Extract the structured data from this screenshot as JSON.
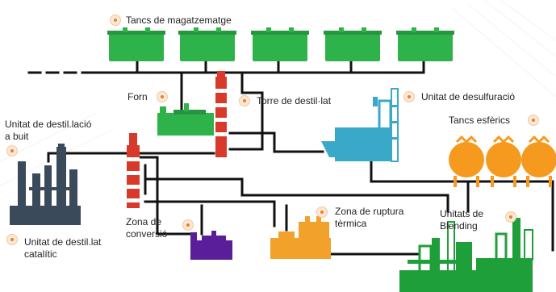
{
  "labels": {
    "storage_tanks": "Tancs de magatzematge",
    "furnace": "Forn",
    "distillation_tower": "Torre de destil·lat",
    "desulfurization_unit": "Unitat de desulfuració",
    "spherical_tanks": "Tancs esfèrics",
    "vacuum_distillation": "Unitat de destil.lació\na buit",
    "catalytic_distillation": "Unitat de destil.lat\ncatalític",
    "conversion_zone": "Zona de\nconversió",
    "thermal_cracking": "Zona de ruptura\ntèrmica",
    "blending_units": "Unitats de\nBlending"
  },
  "colors": {
    "storage_green": "#2db34a",
    "blending_green": "#1f9f3a",
    "distillation_red": "#d9392b",
    "desulfurization_teal": "#3aa9c9",
    "spherical_orange": "#f59a1e",
    "vacuum_slate": "#3b4a5a",
    "conversion_purple": "#5a1e9a",
    "thermal_orange": "#f2a12a",
    "pipe_black": "#111111",
    "bullet_orange": "#e8802a"
  }
}
